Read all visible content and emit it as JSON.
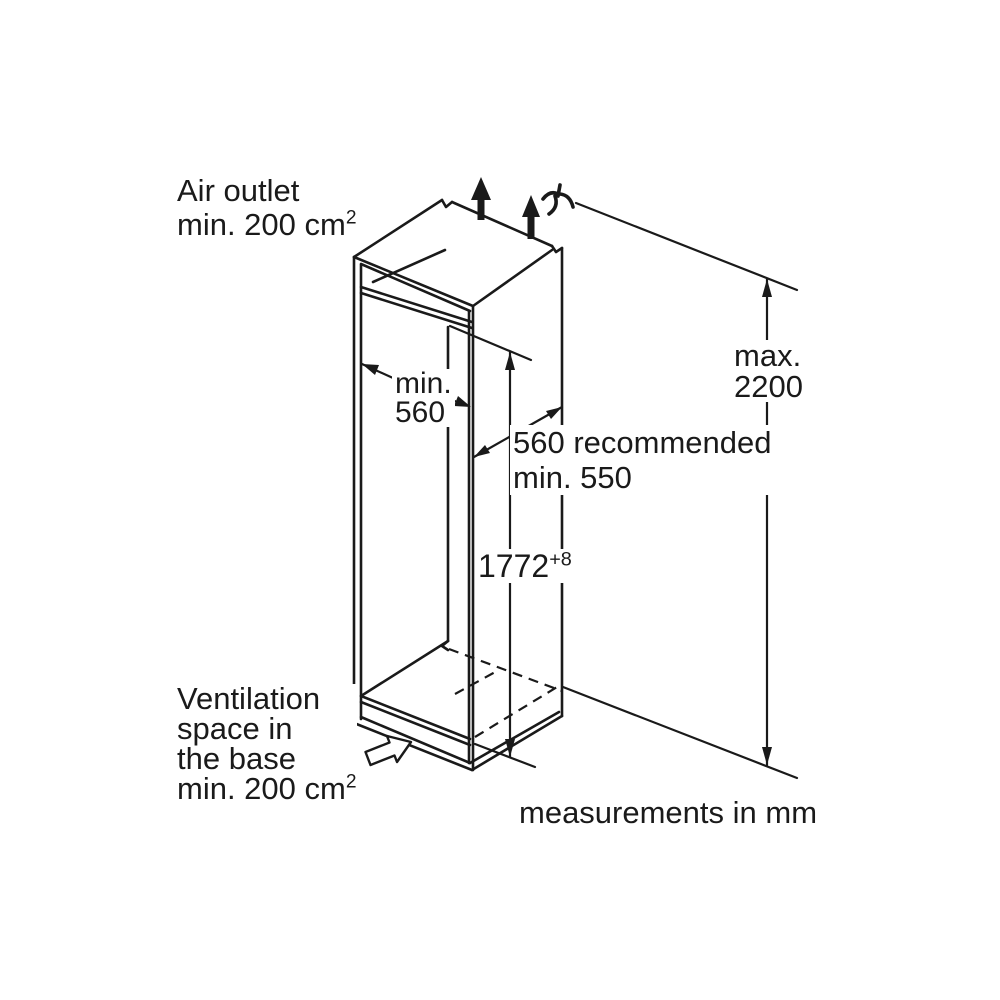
{
  "diagram_title": "built-in appliance niche installation drawing",
  "units_note": "measurements in mm",
  "labels": {
    "air_outlet": {
      "line1": "Air outlet",
      "line2_base": "min. 200 cm",
      "line2_sup": "2"
    },
    "niche_width": {
      "line1": "min.",
      "line2": "560"
    },
    "depth": {
      "line1": "560 recommended",
      "line2": "min. 550"
    },
    "niche_height": {
      "base": "1772",
      "sup": "+8"
    },
    "max_height": {
      "line1": "max.",
      "line2": "2200"
    },
    "ventilation_base": {
      "line1": "Ventilation",
      "line2": "space in",
      "line3": "the base",
      "line4_base": "min. 200 cm",
      "line4_sup": "2"
    }
  },
  "dimensions": {
    "niche_width_mm": "min. 560",
    "niche_depth_mm": "560 recommended, min. 550",
    "niche_height_mm": "1772 +8",
    "max_appliance_height_mm": "max. 2200",
    "air_outlet_area": "min. 200 cm2",
    "base_ventilation_area": "min. 200 cm2"
  },
  "icons": {
    "airflow_up_1": "filled up arrow",
    "airflow_up_2": "filled up arrow",
    "airflow_curve": "curved airflow glyph",
    "base_airflow": "hollow block arrow"
  },
  "colors": {
    "line": "#1a1a1a",
    "background": "#ffffff"
  }
}
